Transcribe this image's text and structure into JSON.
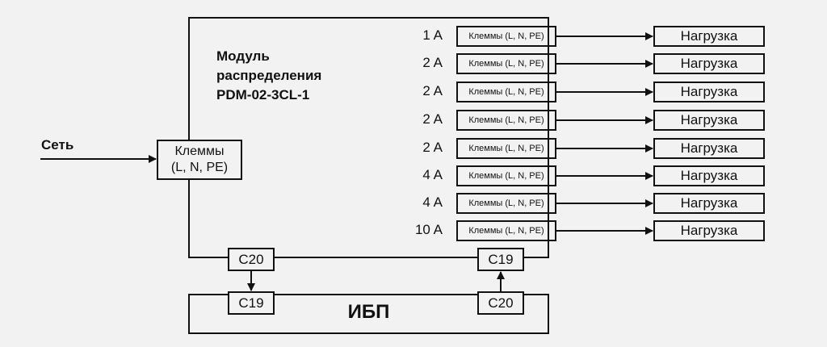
{
  "module": {
    "title_lines": [
      "Модуль",
      "распределения",
      "PDM-02-3CL-1"
    ]
  },
  "input": {
    "label": "Сеть",
    "terminal_lines": [
      "Клеммы",
      "(L, N, PE)"
    ]
  },
  "outputs": [
    {
      "current": "1 A",
      "terminal": "Клеммы (L, N, PE)",
      "load": "Нагрузка"
    },
    {
      "current": "2 A",
      "terminal": "Клеммы (L, N, PE)",
      "load": "Нагрузка"
    },
    {
      "current": "2 A",
      "terminal": "Клеммы (L, N, PE)",
      "load": "Нагрузка"
    },
    {
      "current": "2 A",
      "terminal": "Клеммы (L, N, PE)",
      "load": "Нагрузка"
    },
    {
      "current": "2 A",
      "terminal": "Клеммы (L, N, PE)",
      "load": "Нагрузка"
    },
    {
      "current": "4 A",
      "terminal": "Клеммы (L, N, PE)",
      "load": "Нагрузка"
    },
    {
      "current": "4 A",
      "terminal": "Клеммы (L, N, PE)",
      "load": "Нагрузка"
    },
    {
      "current": "10 A",
      "terminal": "Клеммы (L, N, PE)",
      "load": "Нагрузка"
    }
  ],
  "module_connectors": {
    "left": "C20",
    "right": "C19"
  },
  "ups": {
    "label": "ИБП",
    "connectors": {
      "left": "C19",
      "right": "C20"
    }
  }
}
